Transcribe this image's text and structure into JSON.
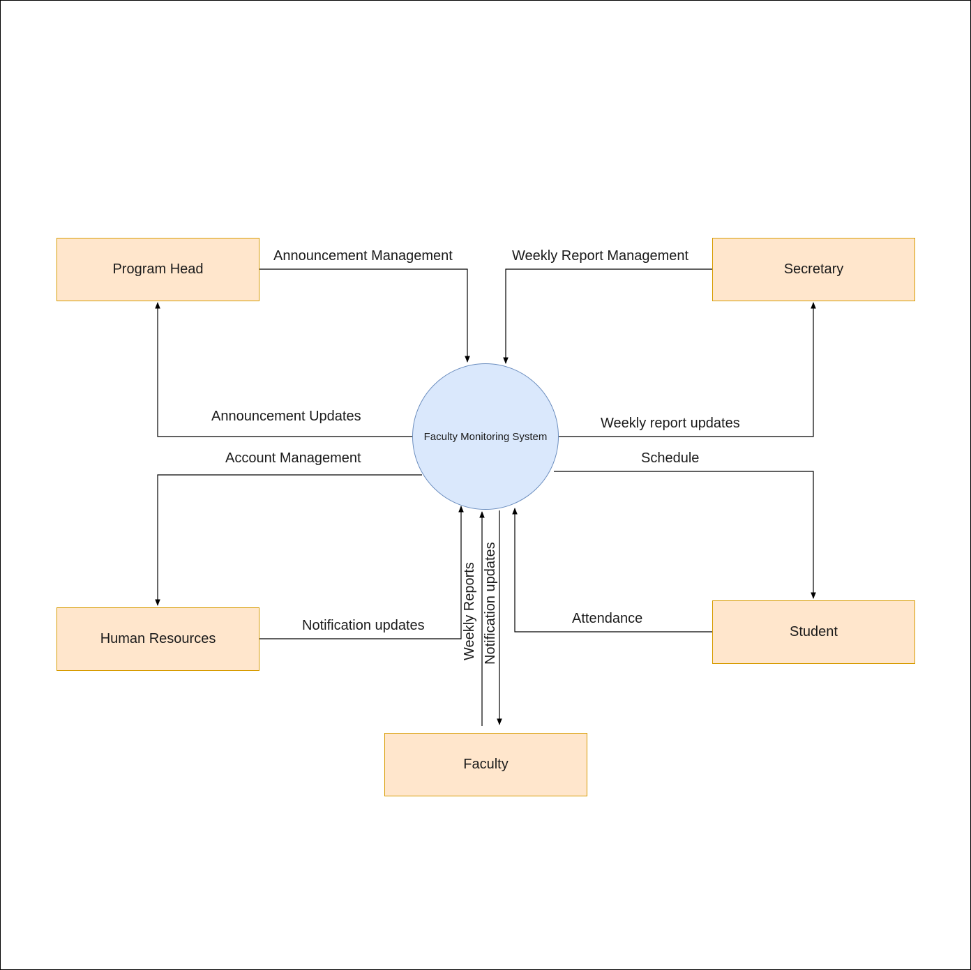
{
  "process": {
    "label": "Faculty Monitoring System"
  },
  "entities": {
    "program_head": "Program Head",
    "secretary": "Secretary",
    "human_resources": "Human Resources",
    "student": "Student",
    "faculty": "Faculty"
  },
  "flows": {
    "announcement_management": "Announcement Management",
    "weekly_report_management": "Weekly Report Management",
    "announcement_updates": "Announcement Updates",
    "weekly_report_updates": "Weekly report updates",
    "account_management": "Account Management",
    "schedule": "Schedule",
    "notification_updates_hr": "Notification updates",
    "attendance": "Attendance",
    "weekly_reports": "Weekly Reports",
    "notification_updates_faculty": "Notification updates"
  },
  "colors": {
    "entity_fill": "#ffe6cc",
    "entity_stroke": "#d79b00",
    "process_fill": "#dae8fc",
    "process_stroke": "#6c8ebf"
  }
}
